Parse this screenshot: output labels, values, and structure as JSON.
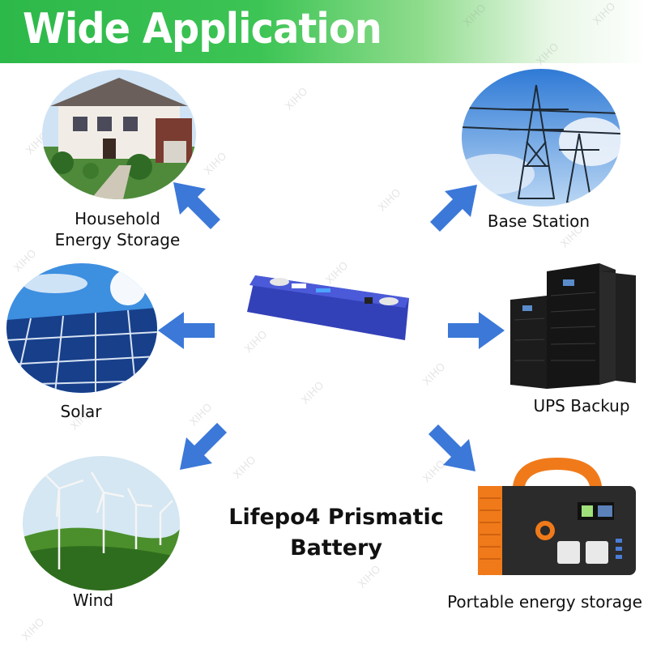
{
  "header": {
    "title": "Wide Application"
  },
  "watermark": "XIHO",
  "product": {
    "line1": "Lifepo4 Prismatic",
    "line2": "Battery"
  },
  "applications": {
    "household": {
      "line1": "Household",
      "line2": "Energy Storage"
    },
    "base_station": {
      "label": "Base Station"
    },
    "solar": {
      "label": "Solar"
    },
    "ups": {
      "label": "UPS Backup"
    },
    "wind": {
      "label": "Wind"
    },
    "portable": {
      "label": "Portable energy storage"
    }
  },
  "colors": {
    "header_green": "#2db84a",
    "arrow_blue": "#3b78d8",
    "battery_blue": "#3b45c8",
    "station_orange": "#f07a1a"
  }
}
